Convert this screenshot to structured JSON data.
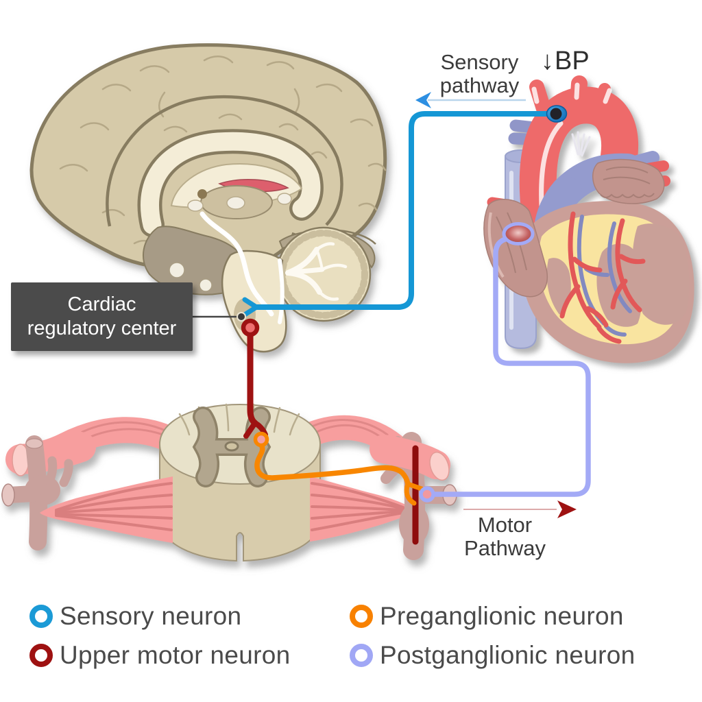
{
  "labels": {
    "sensory_pathway": {
      "line1": "Sensory",
      "line2": "pathway"
    },
    "bp": {
      "arrow": "↓",
      "text": "BP"
    },
    "cardiac_center": {
      "line1": "Cardiac",
      "line2": "regulatory center"
    },
    "motor_pathway": {
      "line1": "Motor",
      "line2": "Pathway"
    }
  },
  "legend": {
    "items": [
      {
        "label": "Sensory neuron",
        "color": "#1b9ad6"
      },
      {
        "label": "Upper motor neuron",
        "color": "#9e1111"
      },
      {
        "label": "Preganglionic neuron",
        "color": "#f88100"
      },
      {
        "label": "Postganglionic neuron",
        "color": "#a0a7f5"
      }
    ]
  },
  "colors": {
    "sensory": "#1597d5",
    "upper_motor": "#9e1212",
    "preganglionic": "#f88600",
    "postganglionic": "#a3aaf6",
    "sensory_arrowhead": "#2d8fe2",
    "motor_arrowhead": "#9e1212",
    "label_box_bg": "#4b4b4b",
    "label_box_text": "#ffffff"
  }
}
